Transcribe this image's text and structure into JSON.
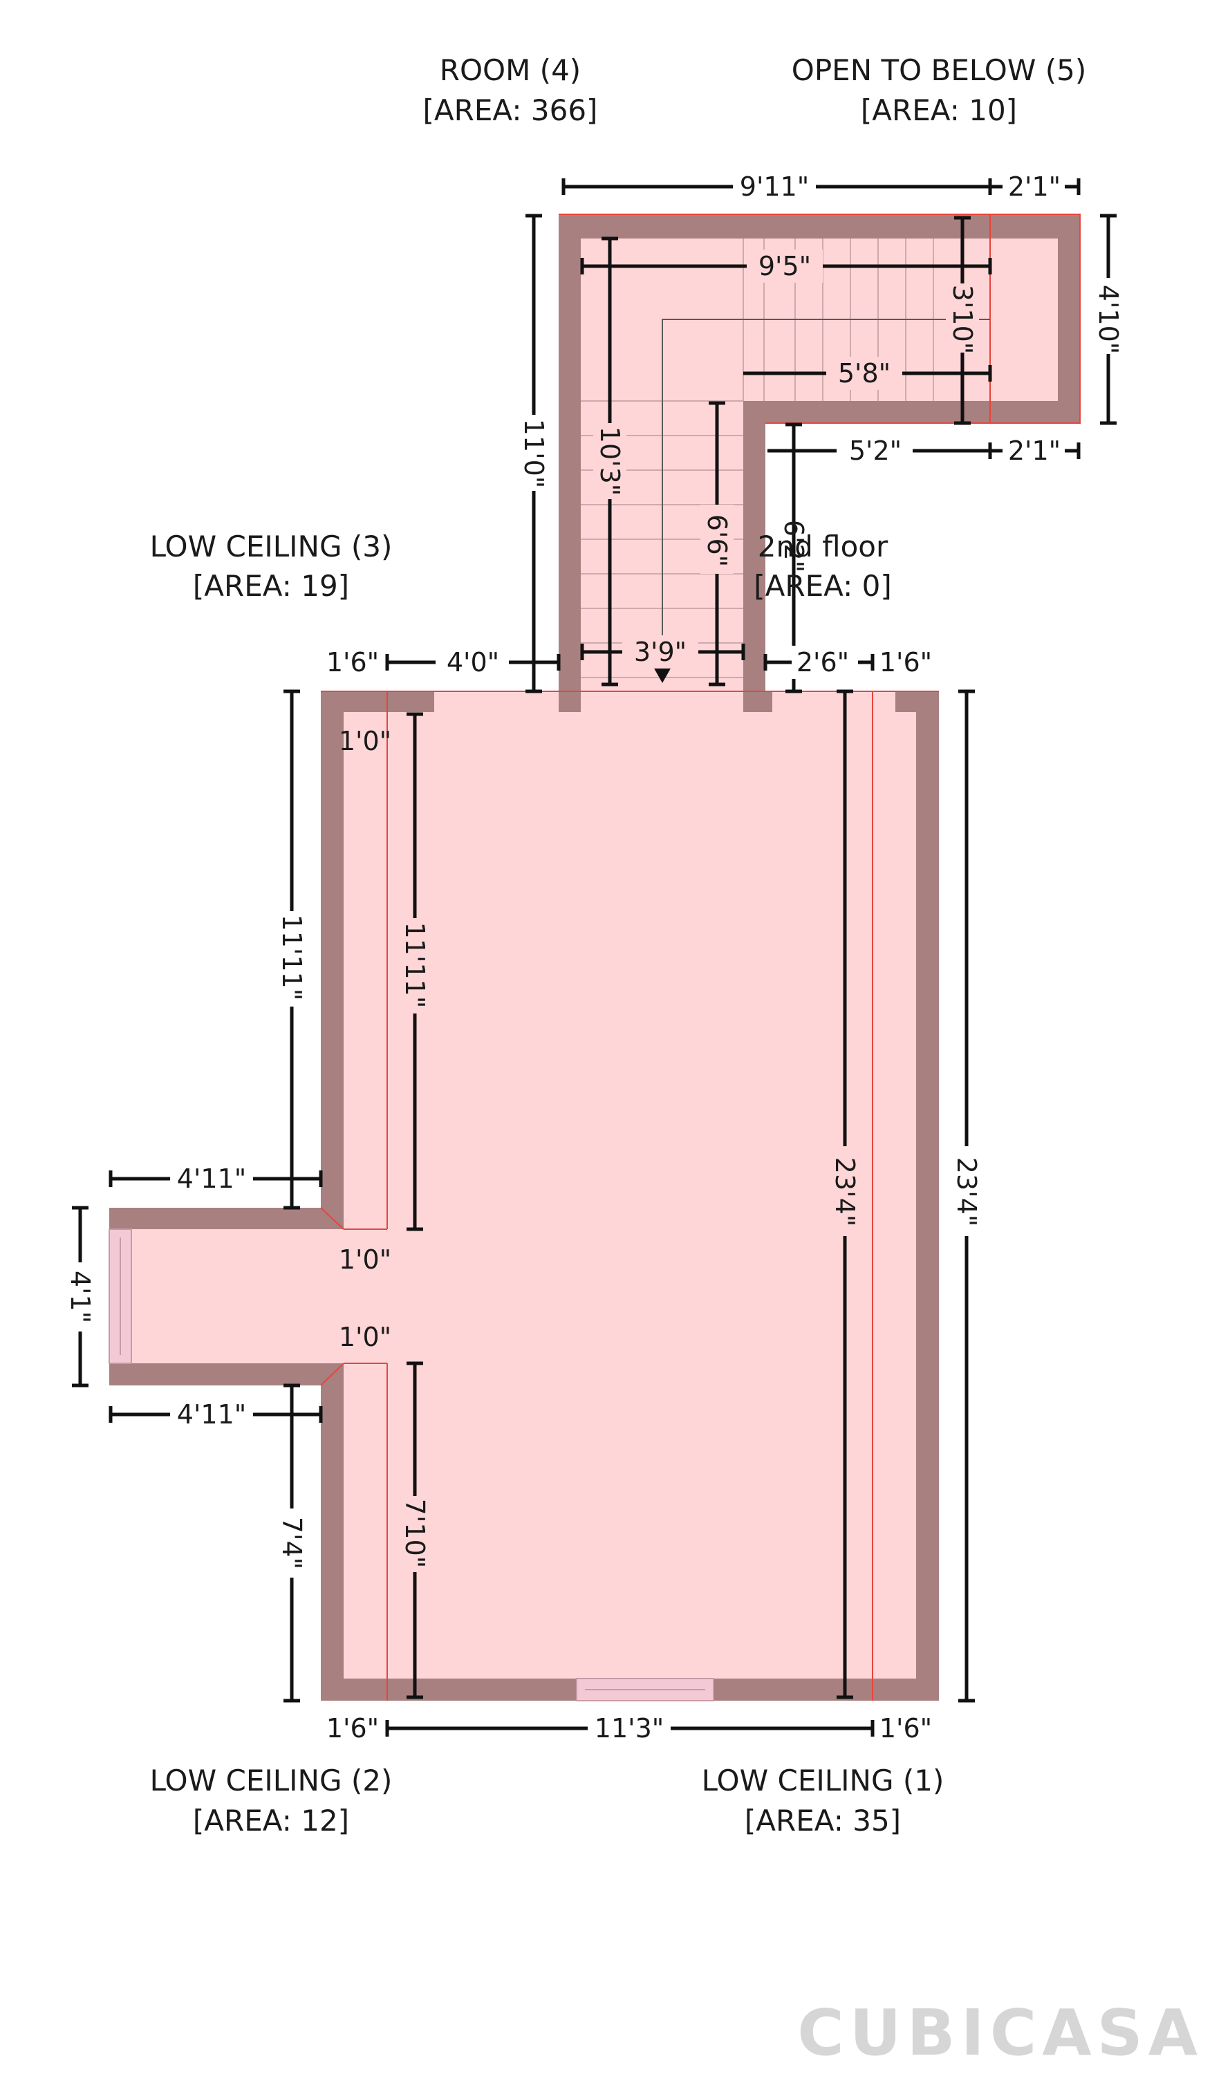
{
  "rooms": {
    "room4": {
      "name": "ROOM (4)",
      "area": "[AREA: 366]"
    },
    "open_to_below": {
      "name": "OPEN TO BELOW (5)",
      "area": "[AREA: 10]"
    },
    "low_ceiling_3": {
      "name": "LOW CEILING (3)",
      "area": "[AREA: 19]"
    },
    "second_floor": {
      "name": "2nd floor",
      "area": "[AREA: 0]"
    },
    "low_ceiling_2": {
      "name": "LOW CEILING (2)",
      "area": "[AREA: 12]"
    },
    "low_ceiling_1": {
      "name": "LOW CEILING (1)",
      "area": "[AREA: 35]"
    }
  },
  "dimensions": {
    "top_width": "9'11\"",
    "top_right": "2'1\"",
    "inner_top": "9'5\"",
    "right_height": "4'10\"",
    "inner_height": "3'10\"",
    "landing_width": "5'8\"",
    "notch_width": "5'2\"",
    "notch_right": "2'1\"",
    "stair_outer_height": "11'0\"",
    "stair_inner_height": "10'3\"",
    "stair_run": "6'6\"",
    "stair_small": "6'2\"",
    "entry_left": "1'6\"",
    "entry_width": "4'0\"",
    "stair_width": "3'9\"",
    "entry_right_a": "2'6\"",
    "entry_right_b": "1'6\"",
    "inner_offset_top": "1'0\"",
    "left_upper_outer": "11'11\"",
    "left_upper_inner": "11'11\"",
    "inner_right_height": "23'4\"",
    "outer_right_height": "23'4\"",
    "alcove_top": "4'11\"",
    "alcove_height": "4'1\"",
    "alcove_offset_a": "1'0\"",
    "alcove_offset_b": "1'0\"",
    "alcove_bottom": "4'11\"",
    "left_lower_outer": "7'4\"",
    "left_lower_inner": "7'10\"",
    "bottom_left": "1'6\"",
    "bottom_width": "11'3\"",
    "bottom_right": "1'6\""
  },
  "brand": {
    "logo": "CUBICASA"
  },
  "colors": {
    "wall": "#a88080",
    "floor": "#ffd6d8",
    "red_line": "#e8453c",
    "stair_line": "#cfa9ad",
    "window": "#f4c9d6"
  }
}
